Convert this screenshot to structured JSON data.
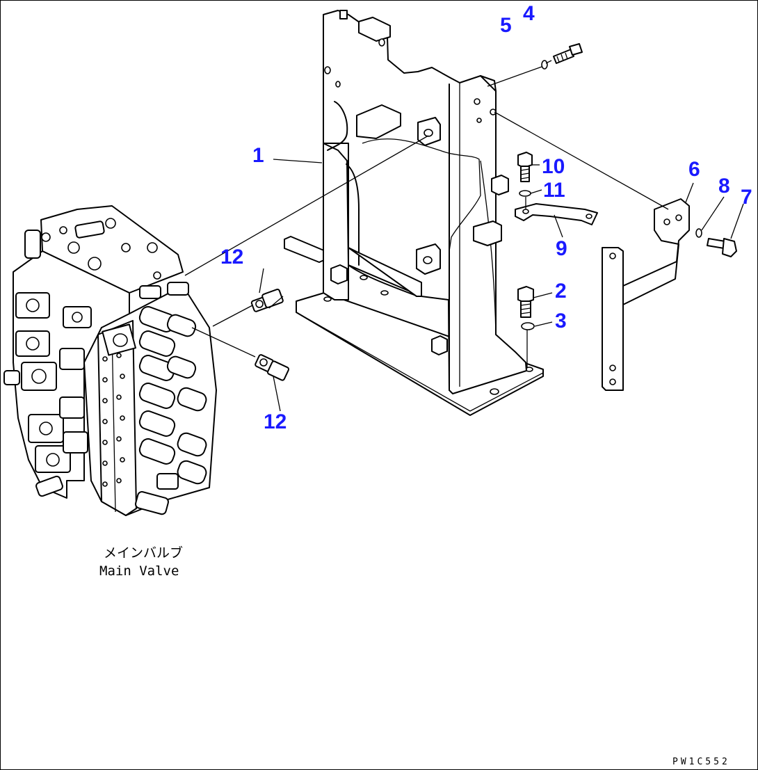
{
  "diagram": {
    "callouts": [
      "1",
      "2",
      "3",
      "4",
      "5",
      "6",
      "7",
      "8",
      "9",
      "10",
      "11",
      "12",
      "12"
    ],
    "main_valve_label_jp": "メインバルブ",
    "main_valve_label_en": "Main Valve",
    "drawing_code": "PW1C552",
    "callout_color": "#1a1aff"
  }
}
